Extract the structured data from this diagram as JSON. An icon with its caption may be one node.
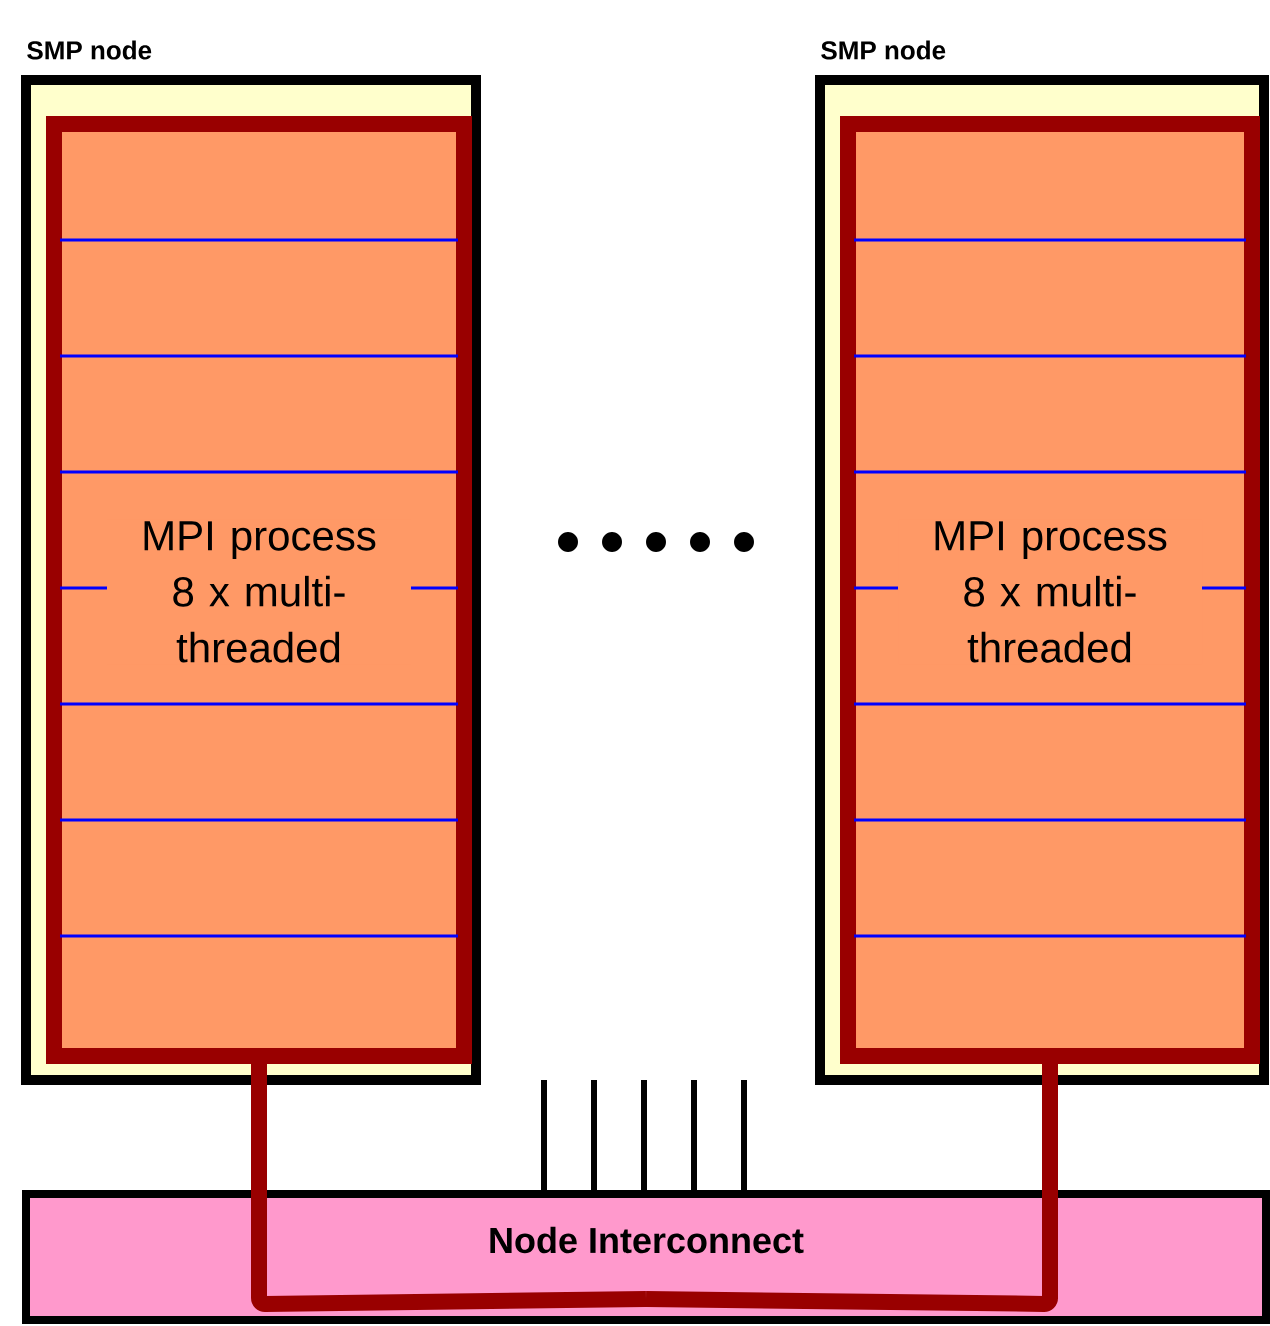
{
  "diagram": {
    "nodes": [
      {
        "text": [
          "SMP node"
        ]
      },
      {
        "text": [
          "MPI process 8 x multi-threaded"
        ],
        "in": 0
      },
      {
        "text": [
          "SMP node"
        ]
      },
      {
        "text": [
          "MPI process 8 x multi-threaded"
        ],
        "in": 2
      },
      {
        "text": [
          "Node Interconnect"
        ]
      }
    ],
    "edges": [
      {
        "from": 1,
        "to": 4,
        "arrow": "none"
      },
      {
        "from": 3,
        "to": 4,
        "arrow": "none"
      }
    ]
  }
}
